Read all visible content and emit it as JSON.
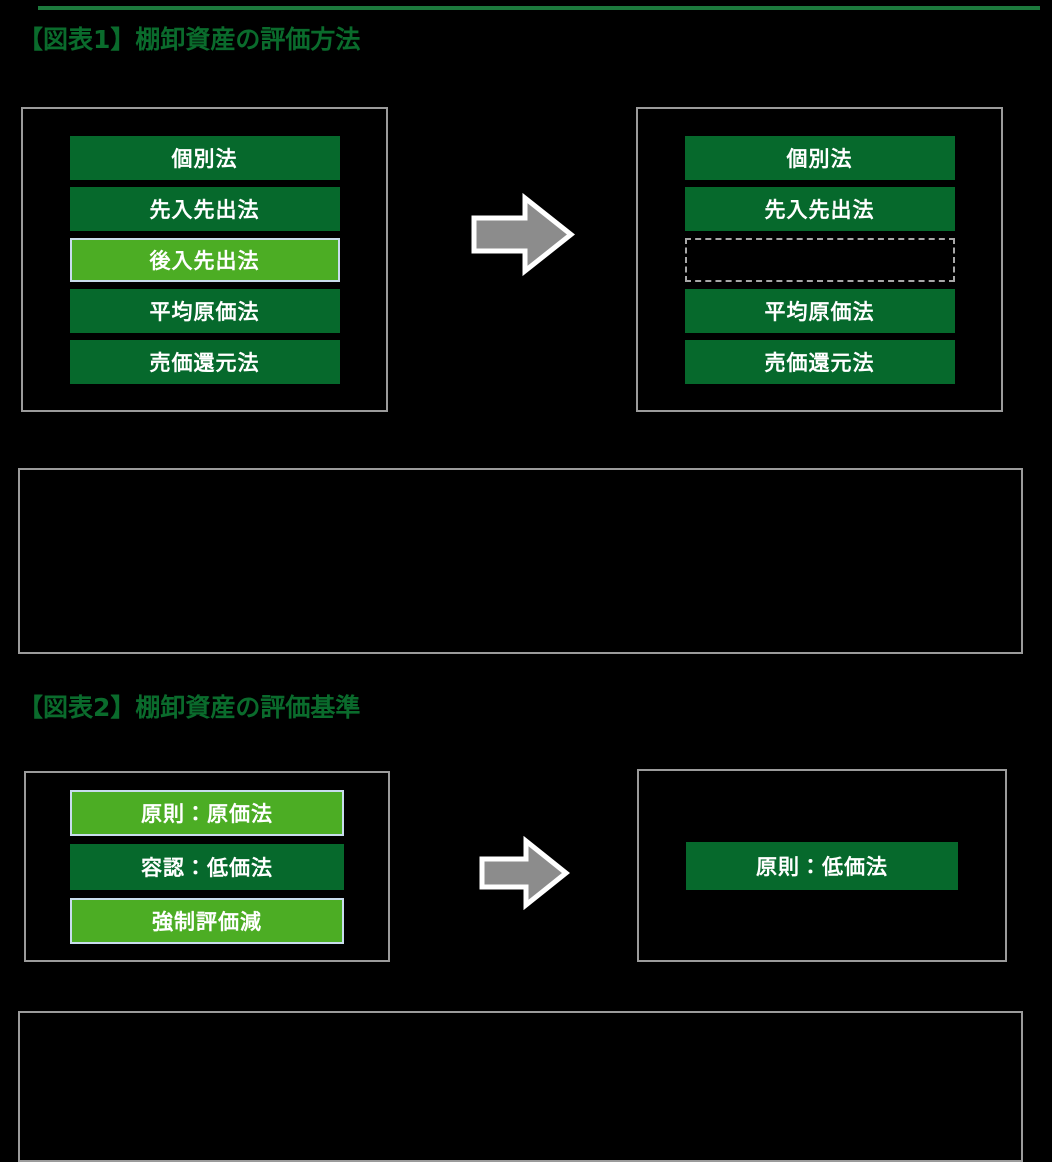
{
  "figures": [
    {
      "title": "【図表1】棚卸資産の評価方法",
      "before": {
        "items": [
          {
            "label": "個別法",
            "style": "dark"
          },
          {
            "label": "先入先出法",
            "style": "dark"
          },
          {
            "label": "後入先出法",
            "style": "bright"
          },
          {
            "label": "平均原価法",
            "style": "dark"
          },
          {
            "label": "売価還元法",
            "style": "dark"
          }
        ]
      },
      "after": {
        "items": [
          {
            "label": "個別法",
            "style": "dark"
          },
          {
            "label": "先入先出法",
            "style": "dark"
          },
          {
            "label": "",
            "style": "empty"
          },
          {
            "label": "平均原価法",
            "style": "dark"
          },
          {
            "label": "売価還元法",
            "style": "dark"
          }
        ]
      },
      "note": ""
    },
    {
      "title": "【図表2】棚卸資産の評価基準",
      "before": {
        "items": [
          {
            "label": "原則：原価法",
            "style": "bright"
          },
          {
            "label": "容認：低価法",
            "style": "dark"
          },
          {
            "label": "強制評価減",
            "style": "bright"
          }
        ]
      },
      "after": {
        "items": [
          {
            "label": "原則：低価法",
            "style": "dark"
          }
        ]
      },
      "note": ""
    }
  ],
  "icons": {
    "arrow": "right-arrow-icon"
  },
  "colors": {
    "background": "#000000",
    "dark_green": "#06692c",
    "bright_green": "#4cad24",
    "title_green": "#0a6b2c",
    "rule_green": "#1d7a3d",
    "panel_border": "#9b9b9b",
    "arrow_fill": "#8c8c8c",
    "arrow_outline": "#ffffff",
    "chip_text": "#ffffff",
    "dashed_border": "#a8a8a8"
  }
}
